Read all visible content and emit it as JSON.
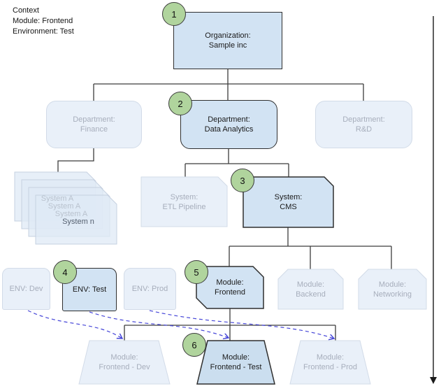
{
  "context": {
    "line1": "Context",
    "line2": "Module: Frontend",
    "line3": "Environment: Test"
  },
  "badges": {
    "step1": "1",
    "step2": "2",
    "step3": "3",
    "step4": "4",
    "step5": "5",
    "step6": "6"
  },
  "nodes": {
    "organization": {
      "label": "Organization:\nSample inc"
    },
    "dept_finance": {
      "label": "Department:\nFinance"
    },
    "dept_data_analytics": {
      "label": "Department:\nData Analytics"
    },
    "dept_rnd": {
      "label": "Department:\nR&D"
    },
    "system_stack": {
      "items": [
        "System A",
        "System A",
        "System A",
        "System n"
      ]
    },
    "system_etl": {
      "label": "System:\nETL Pipeline"
    },
    "system_cms": {
      "label": "System:\nCMS"
    },
    "env_dev": {
      "label": "ENV: Dev"
    },
    "env_test": {
      "label": "ENV: Test"
    },
    "env_prod": {
      "label": "ENV: Prod"
    },
    "module_frontend": {
      "label": "Module:\nFrontend"
    },
    "module_backend": {
      "label": "Module:\nBackend"
    },
    "module_networking": {
      "label": "Module:\nNetworking"
    },
    "module_frontend_dev": {
      "label": "Module:\nFrontend - Dev"
    },
    "module_frontend_test": {
      "label": "Module:\nFrontend - Test"
    },
    "module_frontend_prod": {
      "label": "Module:\nFrontend - Prod"
    }
  },
  "colors": {
    "active_fill": "#d2e3f3",
    "active_border": "#2f2f2f",
    "inactive_fill": "#e9f0f9",
    "inactive_border": "#d2dbe8",
    "inactive_text": "#a7aebc",
    "badge_fill": "#b0d49d",
    "dashed_link": "#4646d8",
    "connector": "#3c3c3c"
  }
}
